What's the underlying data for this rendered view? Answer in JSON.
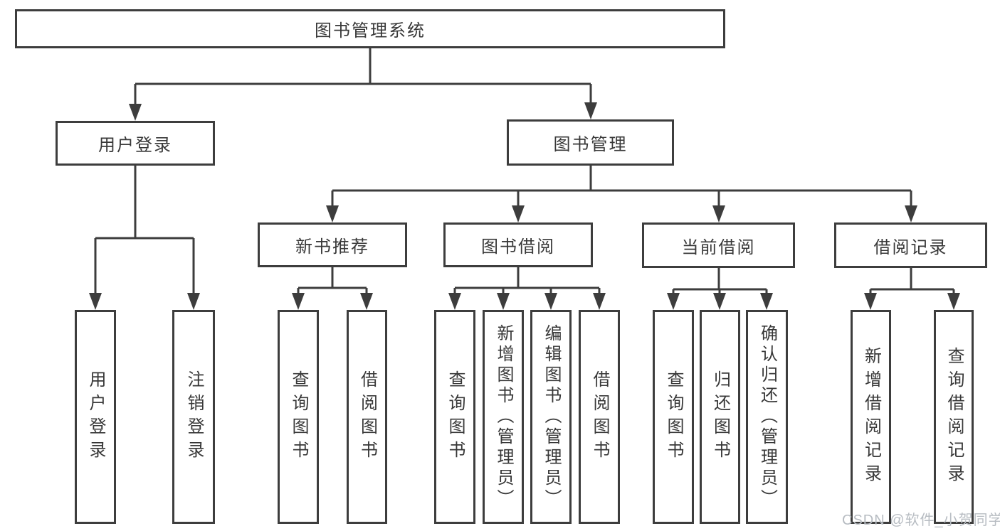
{
  "diagram": {
    "root": "图书管理系统",
    "level2": {
      "user_login": "用户登录",
      "book_mgmt": "图书管理"
    },
    "level3": {
      "new_book_rec": "新书推荐",
      "book_borrow": "图书借阅",
      "current_borrow": "当前借阅",
      "borrow_record": "借阅记录"
    },
    "leaves": {
      "user_login": {
        "login": "用户登录",
        "logout": "注销登录"
      },
      "new_book_rec": {
        "query": "查询图书",
        "borrow": "借阅图书"
      },
      "book_borrow": {
        "query": "查询图书",
        "add": "新增图书（管理员）",
        "edit": "编辑图书（管理员）",
        "borrow": "借阅图书"
      },
      "current_borrow": {
        "query": "查询图书",
        "return": "归还图书",
        "confirm": "确认归还（管理员）"
      },
      "borrow_record": {
        "add": "新增借阅记录",
        "query": "查询借阅记录"
      }
    }
  },
  "watermark": {
    "text": "CSDN @软件_小贺同学",
    "color": "#b7bcc2"
  },
  "colors": {
    "line": "#3d3d3d",
    "text": "#383838",
    "background": "#ffffff"
  }
}
